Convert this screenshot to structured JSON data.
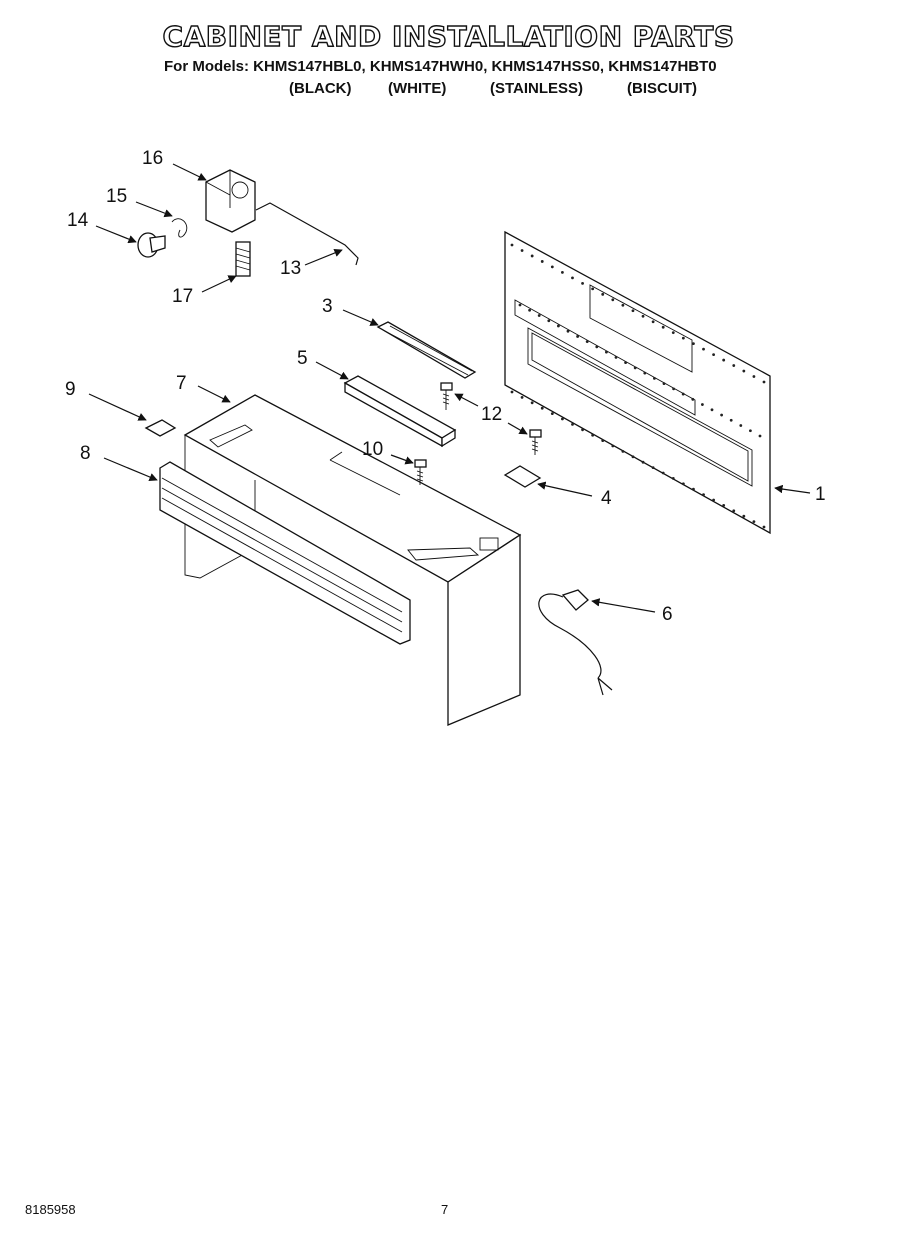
{
  "title": "CABINET AND INSTALLATION PARTS",
  "models_line": "For Models: KHMS147HBL0, KHMS147HWH0, KHMS147HSS0, KHMS147HBT0",
  "colors": [
    "(BLACK)",
    "(WHITE)",
    "(STAINLESS)",
    "(BISCUIT)"
  ],
  "callouts": {
    "c1": "1",
    "c3": "3",
    "c4": "4",
    "c5": "5",
    "c6": "6",
    "c7": "7",
    "c8": "8",
    "c9": "9",
    "c10": "10",
    "c12": "12",
    "c13": "13",
    "c14": "14",
    "c15": "15",
    "c16": "16",
    "c17": "17"
  },
  "footer": {
    "code": "8185958",
    "page": "7"
  }
}
